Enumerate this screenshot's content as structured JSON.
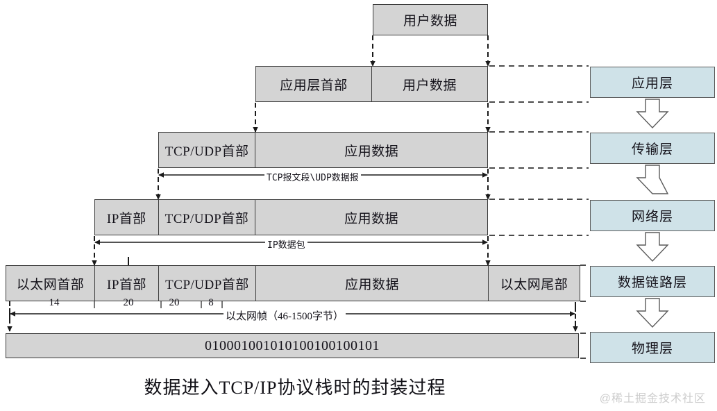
{
  "diagram": {
    "caption": "数据进入TCP/IP协议栈时的封装过程",
    "watermark": "@稀土掘金技术社区",
    "colors": {
      "pdu_fill": "#d4d4d4",
      "pdu_border": "#3a3a3a",
      "layer_fill": "#cfe2e8",
      "layer_border": "#5a5a5a",
      "connector": "#1a1a1a",
      "watermark": "#cccccc"
    }
  },
  "rows": {
    "user_data": {
      "cells": [
        {
          "label": "用户数据"
        }
      ]
    },
    "application": {
      "cells": [
        {
          "label": "应用层首部"
        },
        {
          "label": "用户数据"
        }
      ]
    },
    "transport": {
      "cells": [
        {
          "label": "TCP/UDP首部"
        },
        {
          "label": "应用数据"
        }
      ]
    },
    "network": {
      "cells": [
        {
          "label": "IP首部"
        },
        {
          "label": "TCP/UDP首部"
        },
        {
          "label": "应用数据"
        }
      ]
    },
    "datalink": {
      "cells": [
        {
          "label": "以太网首部"
        },
        {
          "label": "IP首部"
        },
        {
          "label": "TCP/UDP首部"
        },
        {
          "label": "应用数据"
        },
        {
          "label": "以太网尾部"
        }
      ]
    },
    "physical": {
      "bits": "010001001010100100100101"
    }
  },
  "span_labels": {
    "transport_span": "TCP报文段\\UDP数据报",
    "network_span": "IP数据包",
    "datalink_span": "以太网帧（46-1500字节）"
  },
  "byte_sizes": [
    {
      "value": "14"
    },
    {
      "value": "20"
    },
    {
      "value": "20"
    },
    {
      "value": "8"
    }
  ],
  "layers": [
    {
      "label": "应用层"
    },
    {
      "label": "传输层"
    },
    {
      "label": "网络层"
    },
    {
      "label": "数据链路层"
    },
    {
      "label": "物理层"
    }
  ]
}
